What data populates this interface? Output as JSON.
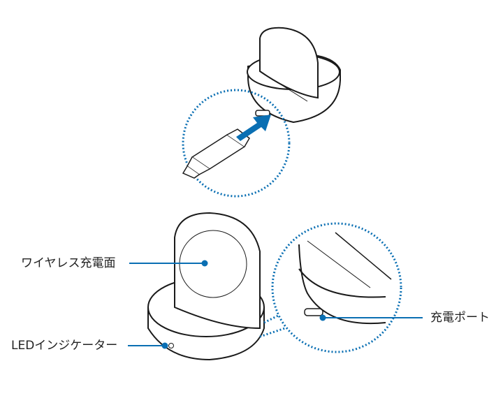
{
  "labels": {
    "wireless_surface": "ワイヤレス充電面",
    "led_indicator": "LEDインジケーター",
    "charging_port": "充電ポート"
  },
  "colors": {
    "accent": "#0a6fb3",
    "outline": "#1a1a1a"
  }
}
